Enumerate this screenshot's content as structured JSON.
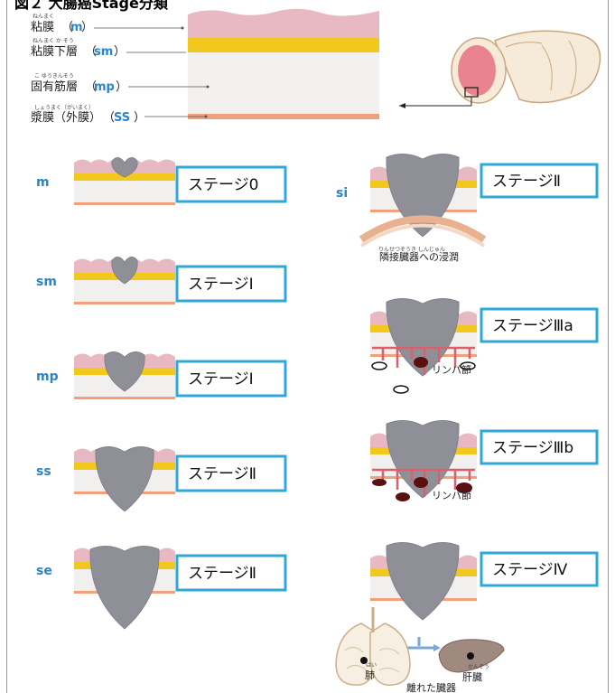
{
  "figure_title": "図２ 大腸癌Stage分類",
  "layers": [
    {
      "label": "粘膜",
      "code": "m",
      "ruby": "ねんまく"
    },
    {
      "label": "粘膜下層",
      "code": "sm",
      "ruby": "ねんまく か そう"
    },
    {
      "label": "固有筋層",
      "code": "mp",
      "ruby": "こ ゆうきんそう"
    },
    {
      "label": "漿膜（外膜）",
      "code": "SS",
      "ruby": "しょうまく（がいまく）"
    }
  ],
  "left_rows": [
    {
      "code": "m",
      "stage": "ステージ0"
    },
    {
      "code": "sm",
      "stage": "ステージⅠ"
    },
    {
      "code": "mp",
      "stage": "ステージⅠ"
    },
    {
      "code": "ss",
      "stage": "ステージⅡ"
    },
    {
      "code": "se",
      "stage": "ステージⅡ"
    }
  ],
  "right_rows": [
    {
      "code": "si",
      "stage": "ステージⅡ",
      "caption": "隣接臓器への浸潤",
      "caption_ruby": "りんせつぞうき しんじゅん"
    },
    {
      "code": "",
      "stage": "ステージⅢa",
      "caption": "リンパ節"
    },
    {
      "code": "",
      "stage": "ステージⅢb",
      "caption": "リンパ節"
    },
    {
      "code": "",
      "stage": "ステージⅣ",
      "caption": ""
    }
  ],
  "organs": {
    "lung": "肺",
    "lung_ruby": "はい",
    "liver": "肝臓",
    "liver_ruby": "かんぞう",
    "distant": "離れた臓器"
  },
  "colors": {
    "mucosa": "#e8b9c3",
    "submucosa": "#f2c81e",
    "muscle": "#f1f0ee",
    "serosa": "#f0a07a",
    "tumor": "#8f9097",
    "node": "#5a1010",
    "vessel": "#d9606a",
    "stage_border": "#2fa8d8",
    "code_blue": "#2a86c9"
  }
}
